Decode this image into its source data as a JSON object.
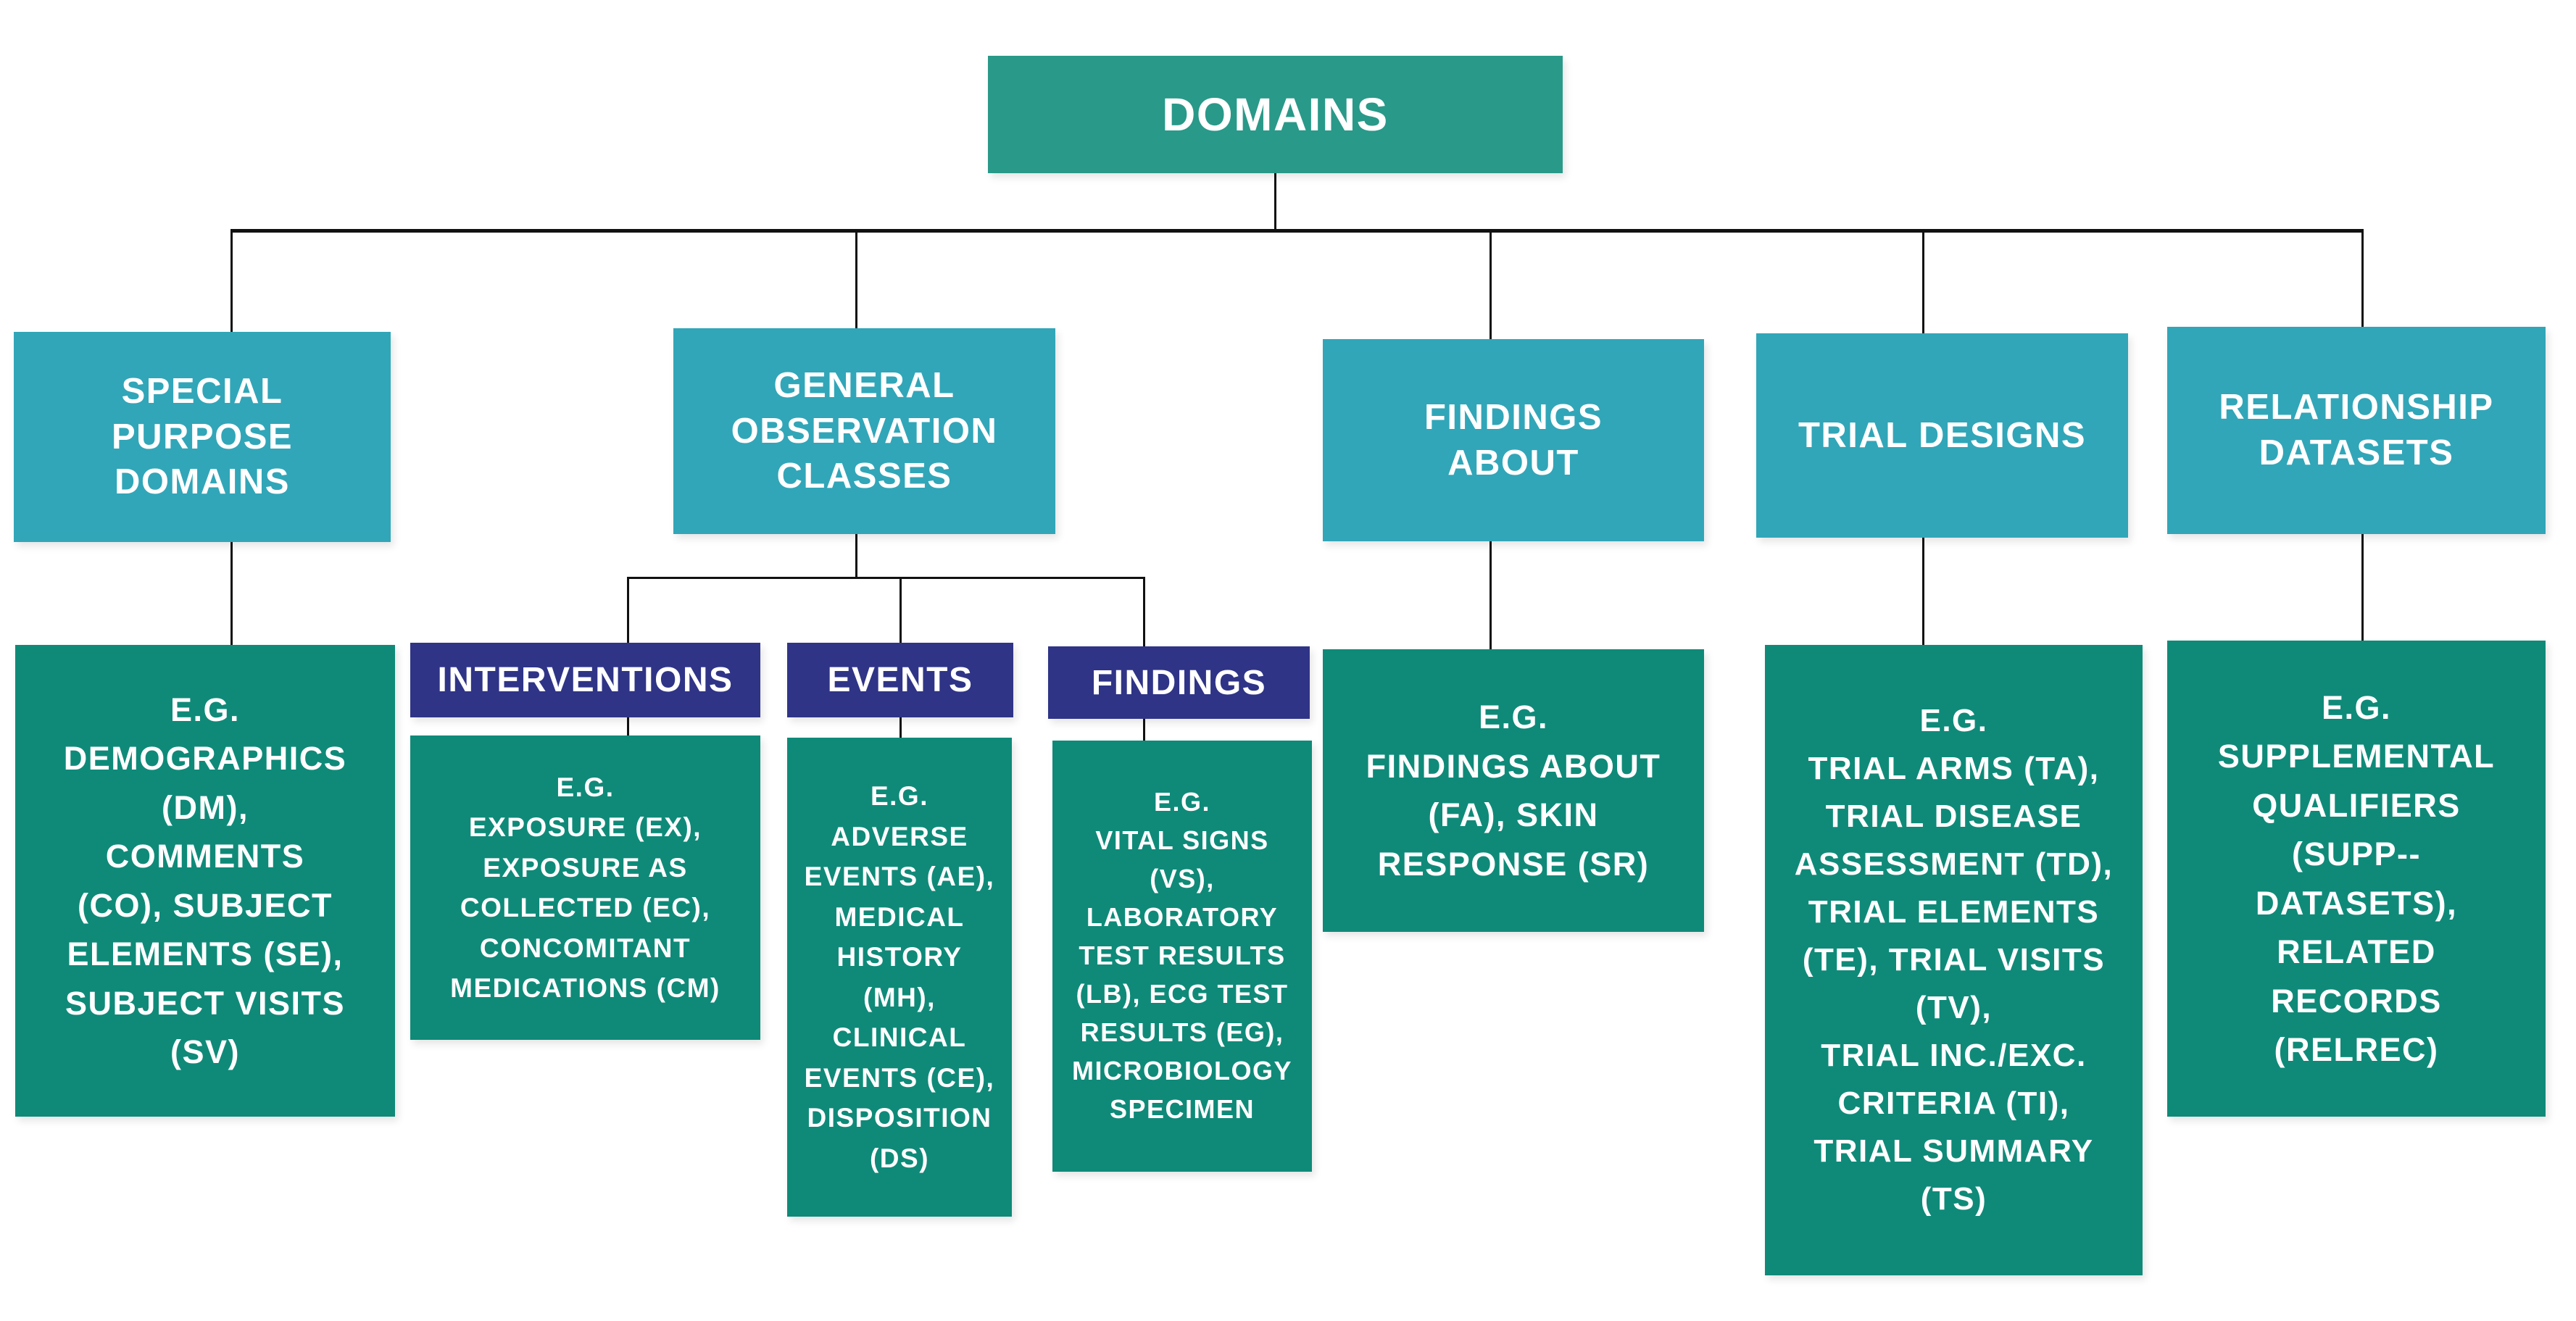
{
  "colors": {
    "root_box": "#299989",
    "category_box": "#31A6B8",
    "class_header_box": "#2F3487",
    "detail_box": "#0F8A79",
    "connector_line": "#111111",
    "text": "#ffffff"
  },
  "root": {
    "label": "DOMAINS"
  },
  "categories": [
    {
      "label": "SPECIAL\nPURPOSE\nDOMAINS",
      "detail": "E.G.\nDEMOGRAPHICS\n(DM),\nCOMMENTS\n(CO), SUBJECT\nELEMENTS (SE),\nSUBJECT VISITS\n(SV)"
    },
    {
      "label": "GENERAL\nOBSERVATION\nCLASSES",
      "classes": [
        {
          "label": "INTERVENTIONS",
          "detail": "E.G.\nEXPOSURE (EX),\nEXPOSURE AS\nCOLLECTED (EC),\nCONCOMITANT\nMEDICATIONS (CM)"
        },
        {
          "label": "EVENTS",
          "detail": "E.G.\nADVERSE\nEVENTS (AE),\nMEDICAL\nHISTORY\n(MH),\nCLINICAL\nEVENTS (CE),\nDISPOSITION\n(DS)"
        },
        {
          "label": "FINDINGS",
          "detail": "E.G.\nVITAL SIGNS\n(VS),\nLABORATORY\nTEST RESULTS\n(LB), ECG TEST\nRESULTS (EG),\nMICROBIOLOGY\nSPECIMEN"
        }
      ]
    },
    {
      "label": "FINDINGS\nABOUT",
      "detail": "E.G.\nFINDINGS ABOUT\n(FA), SKIN\nRESPONSE (SR)"
    },
    {
      "label": "TRIAL DESIGNS",
      "detail": "E.G.\nTRIAL ARMS (TA),\nTRIAL DISEASE\nASSESSMENT (TD),\nTRIAL ELEMENTS\n(TE), TRIAL VISITS\n(TV),\nTRIAL INC./EXC.\nCRITERIA (TI),\nTRIAL SUMMARY\n(TS)"
    },
    {
      "label": "RELATIONSHIP\nDATASETS",
      "detail": "E.G.\nSUPPLEMENTAL\nQUALIFIERS\n(SUPP--\nDATASETS),\nRELATED\nRECORDS\n(RELREC)"
    }
  ]
}
